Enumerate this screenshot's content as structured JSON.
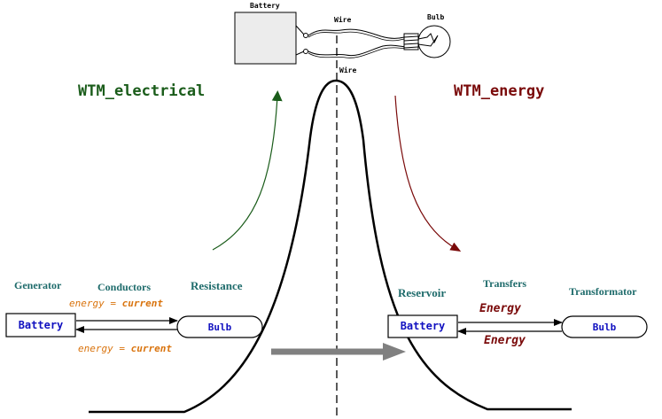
{
  "circuit": {
    "battery_label": "Battery",
    "wire_label_top": "Wire",
    "wire_label_bottom": "Wire",
    "bulb_label": "Bulb"
  },
  "left_model": {
    "title": "WTM_electrical",
    "generator_label": "Generator",
    "conductors_label": "Conductors",
    "resistance_label": "Resistance",
    "battery_box": "Battery",
    "bulb_box": "Bulb",
    "relation_top": {
      "prefix": "energy = ",
      "emphasis": "current"
    },
    "relation_bottom": {
      "prefix": "energy = ",
      "emphasis": "current"
    }
  },
  "right_model": {
    "title": "WTM_energy",
    "reservoir_label": "Reservoir",
    "transfers_label": "Transfers",
    "transformator_label": "Transformator",
    "battery_box": "Battery",
    "bulb_box": "Bulb",
    "arrow_top_label": "Energy",
    "arrow_bottom_label": "Energy"
  },
  "colors": {
    "electrical_green": "#1a5c1a",
    "energy_maroon": "#7a0a0a",
    "teal": "#1e6b6b",
    "blue": "#1010c0",
    "orange": "#d9730d",
    "gray_arrow": "#808080",
    "battery_fill": "#ececec"
  }
}
